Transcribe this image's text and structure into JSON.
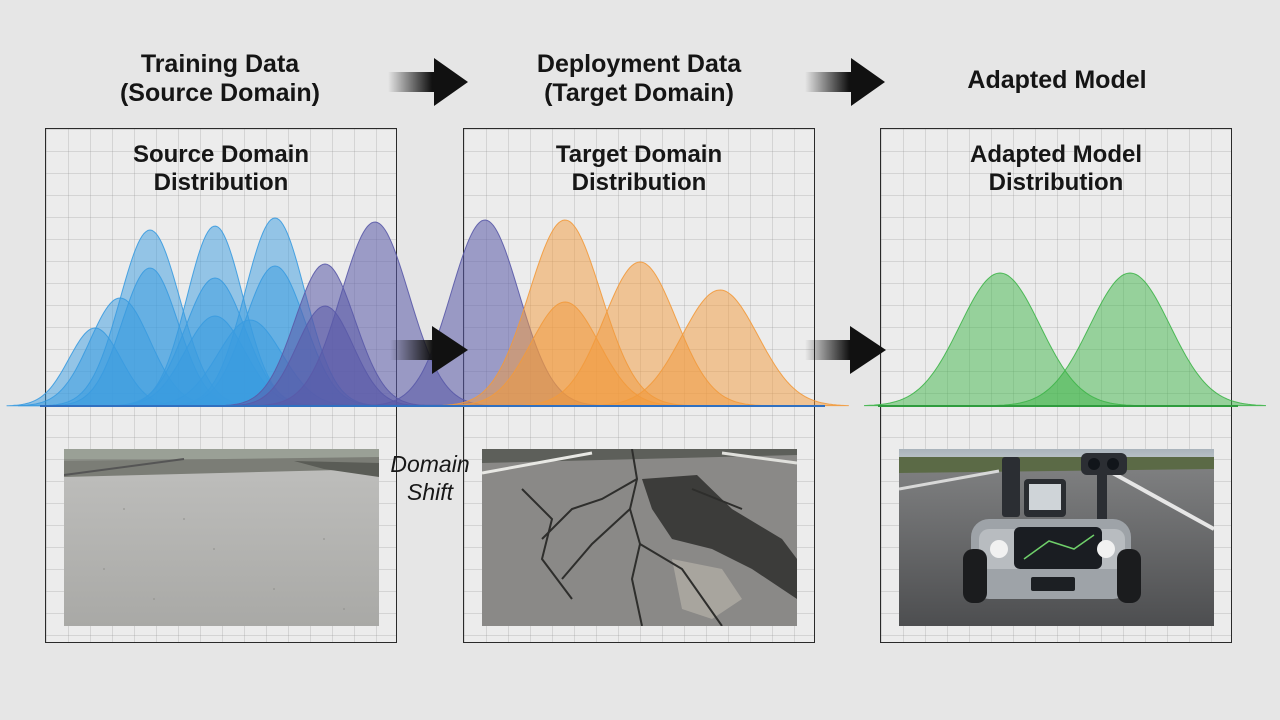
{
  "headers": {
    "source": {
      "line1": "Training Data",
      "line2": "(Source Domain)"
    },
    "target": {
      "line1": "Deployment Data",
      "line2": "(Target Domain)"
    },
    "adapted": {
      "line1": "Adapted Model"
    }
  },
  "panels": {
    "source": {
      "title_line1": "Source Domain",
      "title_line2": "Distribution"
    },
    "target": {
      "title_line1": "Target Domain",
      "title_line2": "Distribution"
    },
    "adapted": {
      "title_line1": "Adapted Model",
      "title_line2": "Distribution"
    }
  },
  "shift_label": {
    "line1": "Domain",
    "line2": "Shift"
  },
  "colors": {
    "source": "#3a9be0",
    "shift": "#5a5aa8",
    "target": "#f29a3c",
    "adapted": "#3fb54a",
    "arrow": "#111111"
  },
  "icons": [
    "arrow-right-icon"
  ],
  "photos": {
    "source": "smooth-concrete-road-image",
    "target": "cracked-asphalt-road-image",
    "adapted": "autonomous-robot-vehicle-image"
  }
}
